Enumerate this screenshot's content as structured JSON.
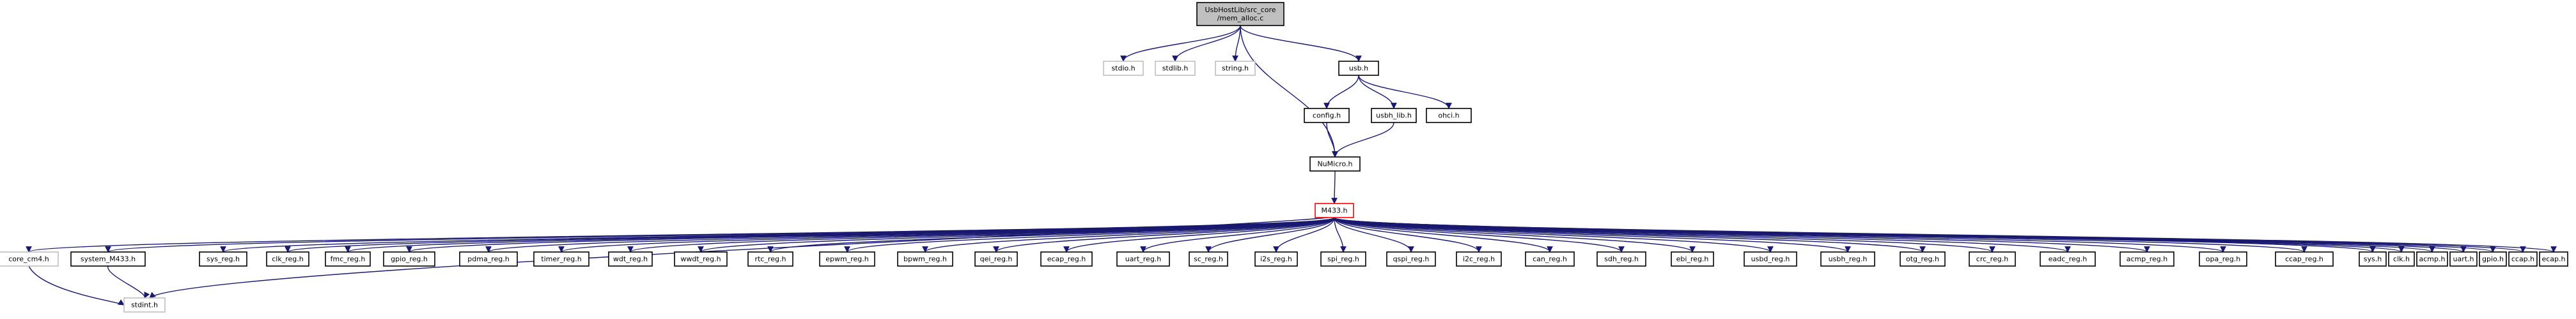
{
  "colors": {
    "edge": "#191970",
    "node_border": "#000000",
    "node_border_missing": "#bfbfbf",
    "node_border_highlight": "#ff0000",
    "root_fill": "#bfbfbf"
  },
  "root": {
    "id": "mem_alloc_c",
    "lines": [
      "UsbHostLib/src_core",
      "/mem_alloc.c"
    ]
  },
  "level1": [
    {
      "id": "stdio_h",
      "label": "stdio.h",
      "style": "missing"
    },
    {
      "id": "stdlib_h",
      "label": "stdlib.h",
      "style": "missing"
    },
    {
      "id": "string_h",
      "label": "string.h",
      "style": "missing"
    },
    {
      "id": "usb_h",
      "label": "usb.h",
      "style": "normal"
    }
  ],
  "level2": [
    {
      "id": "config_h",
      "label": "config.h",
      "style": "normal"
    },
    {
      "id": "usbh_lib_h",
      "label": "usbh_lib.h",
      "style": "normal"
    },
    {
      "id": "ohci_h",
      "label": "ohci.h",
      "style": "normal"
    }
  ],
  "numicro": {
    "id": "NuMicro_h",
    "label": "NuMicro.h",
    "style": "normal"
  },
  "m433": {
    "id": "M433_h",
    "label": "M433.h",
    "style": "highlight"
  },
  "headers": [
    {
      "id": "core_cm4_h",
      "label": "core_cm4.h",
      "style": "missing"
    },
    {
      "id": "system_M433_h",
      "label": "system_M433.h",
      "style": "normal"
    },
    {
      "id": "sys_reg_h",
      "label": "sys_reg.h",
      "style": "normal"
    },
    {
      "id": "clk_reg_h",
      "label": "clk_reg.h",
      "style": "normal"
    },
    {
      "id": "fmc_reg_h",
      "label": "fmc_reg.h",
      "style": "normal"
    },
    {
      "id": "gpio_reg_h",
      "label": "gpio_reg.h",
      "style": "normal"
    },
    {
      "id": "pdma_reg_h",
      "label": "pdma_reg.h",
      "style": "normal"
    },
    {
      "id": "timer_reg_h",
      "label": "timer_reg.h",
      "style": "normal"
    },
    {
      "id": "wdt_reg_h",
      "label": "wdt_reg.h",
      "style": "normal"
    },
    {
      "id": "wwdt_reg_h",
      "label": "wwdt_reg.h",
      "style": "normal"
    },
    {
      "id": "rtc_reg_h",
      "label": "rtc_reg.h",
      "style": "normal"
    },
    {
      "id": "epwm_reg_h",
      "label": "epwm_reg.h",
      "style": "normal"
    },
    {
      "id": "bpwm_reg_h",
      "label": "bpwm_reg.h",
      "style": "normal"
    },
    {
      "id": "qei_reg_h",
      "label": "qei_reg.h",
      "style": "normal"
    },
    {
      "id": "ecap_reg_h",
      "label": "ecap_reg.h",
      "style": "normal"
    },
    {
      "id": "uart_reg_h",
      "label": "uart_reg.h",
      "style": "normal"
    },
    {
      "id": "sc_reg_h",
      "label": "sc_reg.h",
      "style": "normal"
    },
    {
      "id": "i2s_reg_h",
      "label": "i2s_reg.h",
      "style": "normal"
    },
    {
      "id": "spi_reg_h",
      "label": "spi_reg.h",
      "style": "normal"
    },
    {
      "id": "qspi_reg_h",
      "label": "qspi_reg.h",
      "style": "normal"
    },
    {
      "id": "i2c_reg_h",
      "label": "i2c_reg.h",
      "style": "normal"
    },
    {
      "id": "can_reg_h",
      "label": "can_reg.h",
      "style": "normal"
    },
    {
      "id": "sdh_reg_h",
      "label": "sdh_reg.h",
      "style": "normal"
    },
    {
      "id": "ebi_reg_h",
      "label": "ebi_reg.h",
      "style": "normal"
    },
    {
      "id": "usbd_reg_h",
      "label": "usbd_reg.h",
      "style": "normal"
    },
    {
      "id": "usbh_reg_h",
      "label": "usbh_reg.h",
      "style": "normal"
    },
    {
      "id": "otg_reg_h",
      "label": "otg_reg.h",
      "style": "normal"
    },
    {
      "id": "crc_reg_h",
      "label": "crc_reg.h",
      "style": "normal"
    },
    {
      "id": "eadc_reg_h",
      "label": "eadc_reg.h",
      "style": "normal"
    },
    {
      "id": "acmp_reg_h",
      "label": "acmp_reg.h",
      "style": "normal"
    },
    {
      "id": "opa_reg_h",
      "label": "opa_reg.h",
      "style": "normal"
    },
    {
      "id": "ccap_reg_h",
      "label": "ccap_reg.h",
      "style": "normal"
    },
    {
      "id": "sys_h",
      "label": "sys.h",
      "style": "normal"
    },
    {
      "id": "clk_h",
      "label": "clk.h",
      "style": "normal"
    },
    {
      "id": "acmp_h",
      "label": "acmp.h",
      "style": "normal"
    },
    {
      "id": "uart_h",
      "label": "uart.h",
      "style": "normal"
    },
    {
      "id": "gpio_h",
      "label": "gpio.h",
      "style": "normal"
    },
    {
      "id": "ccap_h",
      "label": "ccap.h",
      "style": "normal"
    },
    {
      "id": "ecap_h",
      "label": "ecap.h",
      "style": "normal"
    }
  ],
  "stdint": {
    "id": "stdint_h",
    "label": "stdint.h",
    "style": "missing"
  },
  "edges": [
    [
      "mem_alloc_c",
      "stdio_h"
    ],
    [
      "mem_alloc_c",
      "stdlib_h"
    ],
    [
      "mem_alloc_c",
      "string_h"
    ],
    [
      "mem_alloc_c",
      "usb_h"
    ],
    [
      "mem_alloc_c",
      "NuMicro_h"
    ],
    [
      "usb_h",
      "config_h"
    ],
    [
      "usb_h",
      "usbh_lib_h"
    ],
    [
      "usb_h",
      "ohci_h"
    ],
    [
      "config_h",
      "NuMicro_h"
    ],
    [
      "usbh_lib_h",
      "NuMicro_h"
    ],
    [
      "NuMicro_h",
      "M433_h"
    ],
    [
      "M433_h",
      "*headers"
    ],
    [
      "core_cm4_h",
      "stdint_h"
    ],
    [
      "system_M433_h",
      "stdint_h"
    ],
    [
      "M433_h",
      "stdint_h"
    ]
  ]
}
